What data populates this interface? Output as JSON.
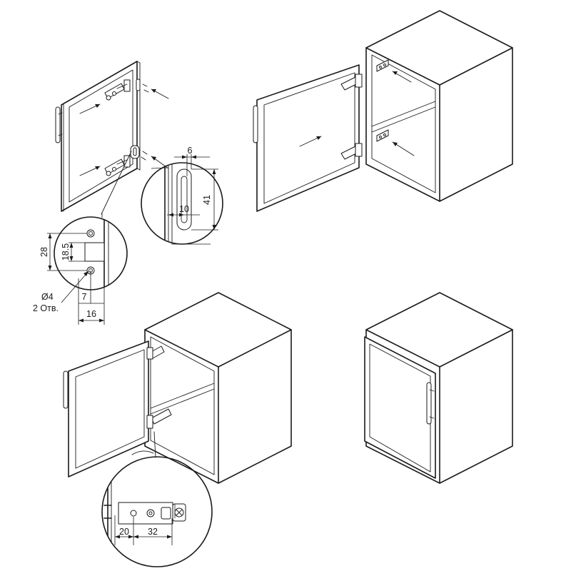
{
  "labels": {
    "hole_spacing_height": "28",
    "slot_height": "18.5",
    "slot_offset": "7",
    "plate_width": "16",
    "hole_diameter": "Ø4",
    "hole_count": "2 Отв.",
    "slot_width": "6",
    "slot_length": "41",
    "slot_inner": "10",
    "hinge_offset": "20",
    "hinge_pitch": "32"
  },
  "colors": {
    "line": "#1a1a1a",
    "background": "#ffffff"
  }
}
